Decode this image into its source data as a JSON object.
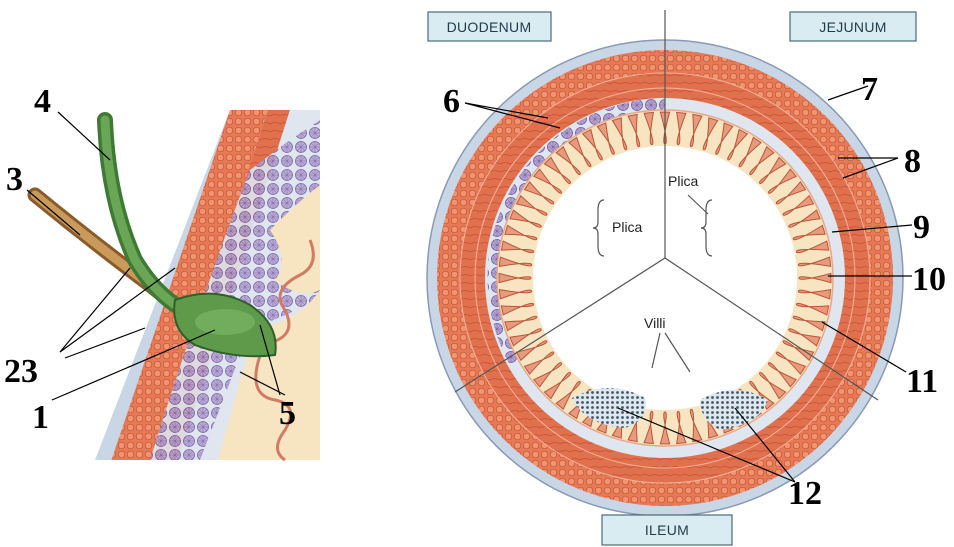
{
  "segments": {
    "duodenum": "DUODENUM",
    "jejunum": "JEJUNUM",
    "ileum": "ILEUM"
  },
  "structures": {
    "plica_left": "Plica",
    "plica_right": "Plica",
    "villi": "Villi"
  },
  "numbers": {
    "n1": "1",
    "n23": "23",
    "n3": "3",
    "n4": "4",
    "n5": "5",
    "n6": "6",
    "n7": "7",
    "n8": "8",
    "n9": "9",
    "n10": "10",
    "n11": "11",
    "n12": "12"
  },
  "colors": {
    "muscle": "#e0714f",
    "muscle_dark": "#c9502f",
    "serosa": "#c9d6e6",
    "submucosa": "#dfe6f0",
    "mucosa": "#f7e4c0",
    "villi": "#e89a7c",
    "duct_green": "#5f9a4a",
    "bile_brown": "#b98a4a",
    "gland_purple": "#a690c6",
    "lymph": "#3d5a63"
  }
}
